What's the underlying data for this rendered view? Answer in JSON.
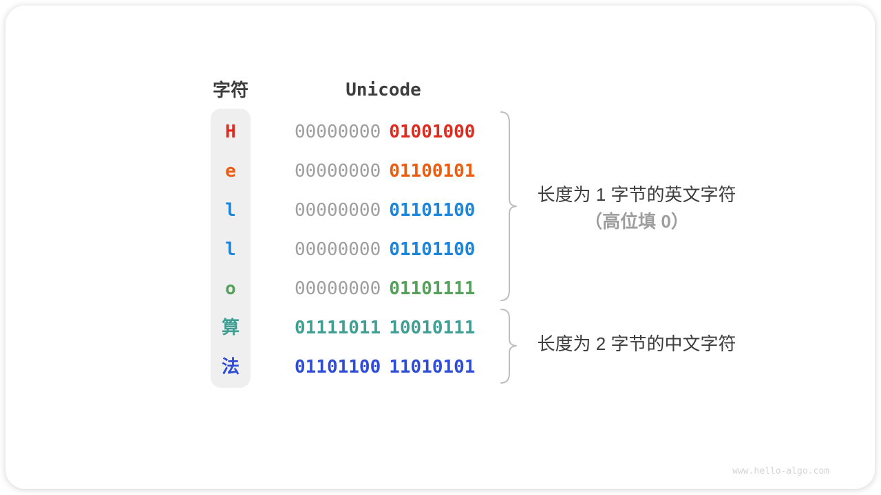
{
  "header": {
    "char_label": "字符",
    "unicode_label": "Unicode"
  },
  "rows": [
    {
      "char": "H",
      "char_color": "#e02a1e",
      "byte1": "00000000",
      "byte1_color": "#9e9e9e",
      "byte2": "01001000",
      "byte2_color": "#e02a1e"
    },
    {
      "char": "e",
      "char_color": "#ec5c10",
      "byte1": "00000000",
      "byte1_color": "#9e9e9e",
      "byte2": "01100101",
      "byte2_color": "#ec5c10"
    },
    {
      "char": "l",
      "char_color": "#1c85dc",
      "byte1": "00000000",
      "byte1_color": "#9e9e9e",
      "byte2": "01101100",
      "byte2_color": "#1c85dc"
    },
    {
      "char": "l",
      "char_color": "#1c85dc",
      "byte1": "00000000",
      "byte1_color": "#9e9e9e",
      "byte2": "01101100",
      "byte2_color": "#1c85dc"
    },
    {
      "char": "o",
      "char_color": "#55a15b",
      "byte1": "00000000",
      "byte1_color": "#9e9e9e",
      "byte2": "01101111",
      "byte2_color": "#55a15b"
    },
    {
      "char": "算",
      "char_color": "#419e92",
      "byte1": "01111011",
      "byte1_color": "#419e92",
      "byte2": "10010111",
      "byte2_color": "#419e92"
    },
    {
      "char": "法",
      "char_color": "#2e4cd5",
      "byte1": "01101100",
      "byte1_color": "#2e4cd5",
      "byte2": "11010101",
      "byte2_color": "#2e4cd5"
    }
  ],
  "annotations": {
    "english_group": {
      "line1": "长度为 1 字节的英文字符",
      "line2": "（高位填 0）"
    },
    "chinese_group": {
      "line1": "长度为 2 字节的中文字符"
    }
  },
  "watermark": "www.hello-algo.com",
  "colors": {
    "text_dark": "#3d3d3d",
    "muted_gray": "#9e9e9e",
    "char_column_bg": "#efefef",
    "brace": "#bdbdbd",
    "watermark": "#d4d4d4"
  }
}
